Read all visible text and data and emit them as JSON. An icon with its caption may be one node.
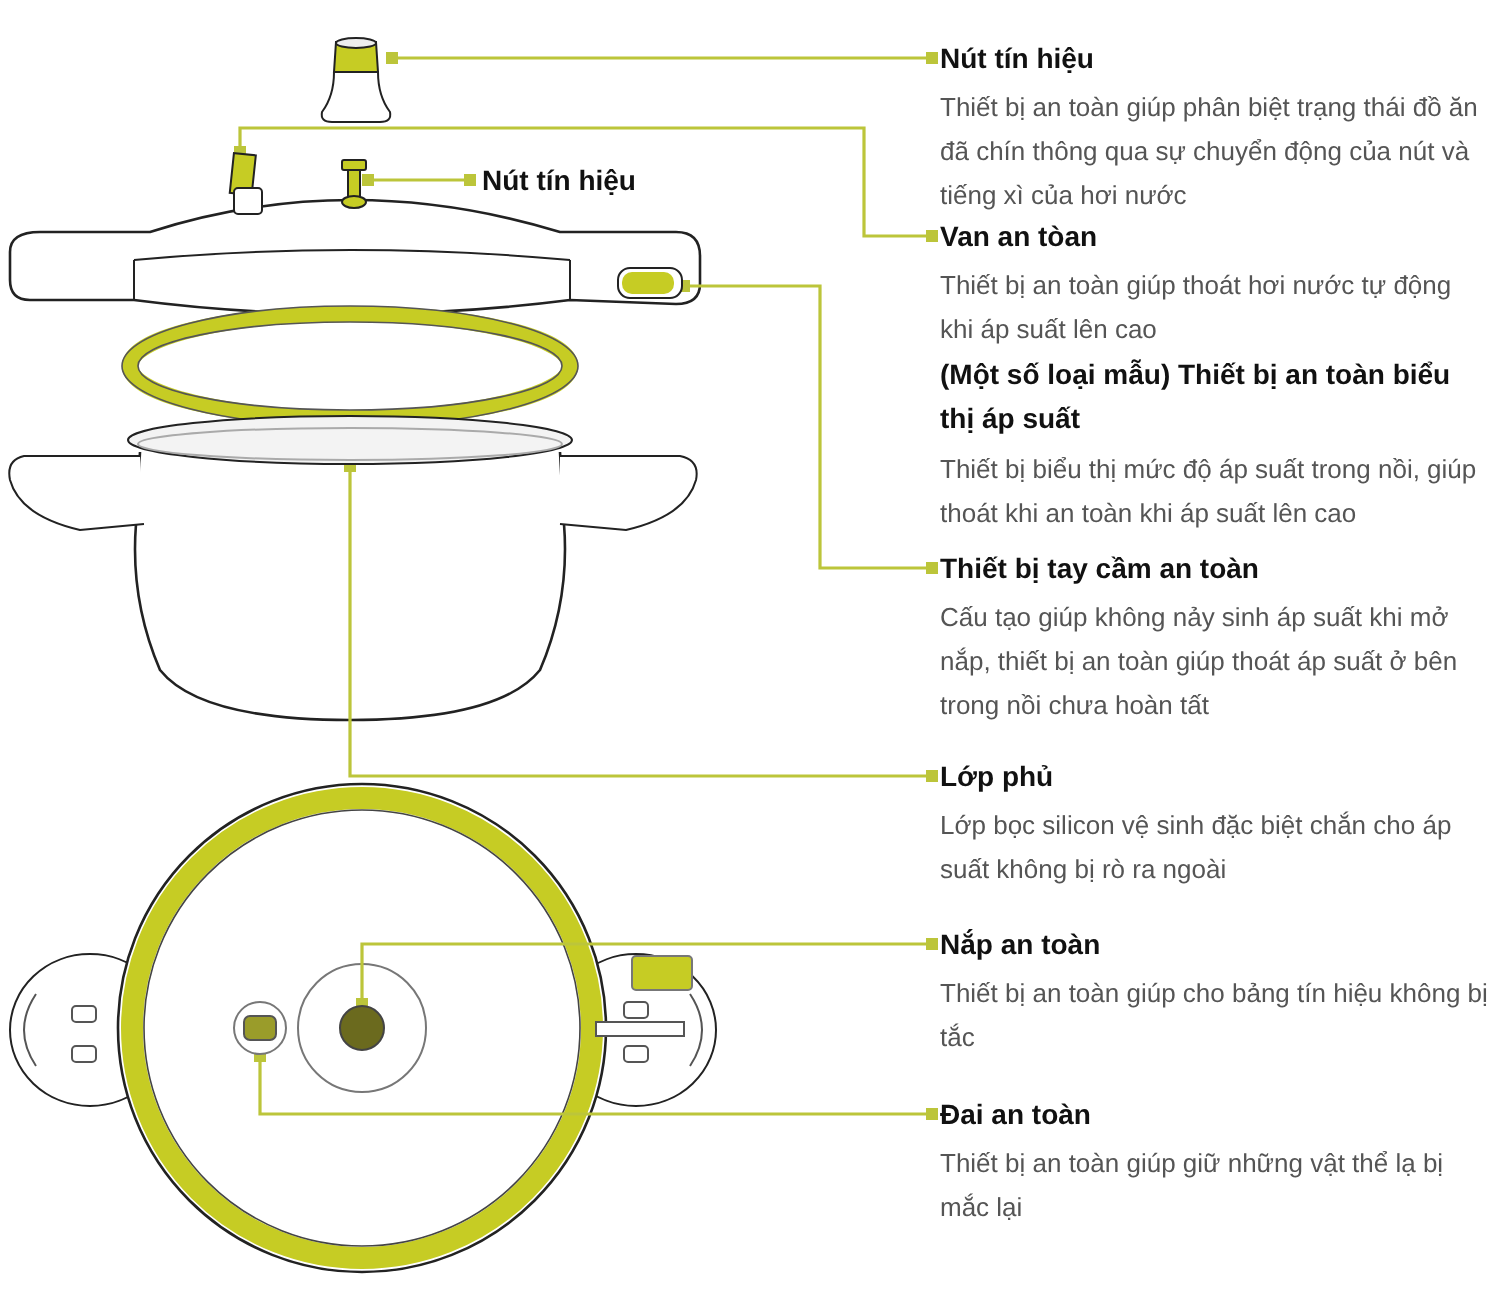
{
  "diagram": {
    "nodes": [
      {
        "text": [
          "Nút tín hiệu",
          "Thiết bị an toàn giúp phân biệt trạng thái đồ ăn đã chín thông qua sự chuyển động của nút và tiếng xì của hơi nước"
        ]
      },
      {
        "text": [
          "Van an tòan",
          "Thiết bị an toàn giúp thoát hơi nước tự động khi áp suất lên cao",
          "(Một số loại mẫu) Thiết bị an toàn biểu thị áp suất",
          "Thiết bị biểu thị mức độ áp suất trong nồi, giúp thoát khi an toàn khi áp suất lên cao"
        ]
      },
      {
        "text": [
          "Thiết bị tay cầm an toàn",
          "Cấu tạo giúp không nảy sinh áp suất khi mở nắp, thiết bị an toàn giúp thoát áp suất ở bên trong nồi chưa hoàn tất"
        ]
      },
      {
        "text": [
          "Lớp phủ",
          "Lớp bọc silicon vệ sinh đặc biệt chắn cho áp suất không bị rò ra ngoài"
        ]
      },
      {
        "text": [
          "Nắp an toàn",
          "Thiết bị an toàn giúp cho bảng tín hiệu không bị tắc"
        ]
      },
      {
        "text": [
          "Đai an toàn",
          "Thiết bị an toàn giúp giữ những vật thể lạ bị mắc lại"
        ]
      },
      {
        "text": [
          "Nút tín hiệu"
        ]
      },
      {
        "text": [],
        "shape": "cylinder"
      },
      {
        "text": [],
        "shape": "bar"
      },
      {
        "text": [],
        "shape": "box"
      },
      {
        "text": [],
        "shape": "picture"
      },
      {
        "text": [],
        "shape": "circle"
      },
      {
        "text": [],
        "shape": "circle"
      },
      {
        "text": [],
        "shape": "picture"
      }
    ],
    "edges": [
      {
        "from": 0,
        "to": 7,
        "arrow": "other"
      },
      {
        "from": 1,
        "to": 8,
        "arrow": "other"
      },
      {
        "from": 2,
        "to": 9,
        "arrow": "other"
      },
      {
        "from": 6,
        "to": 13,
        "arrow": "other"
      },
      {
        "from": 3,
        "to": 10,
        "arrow": "other"
      },
      {
        "from": 4,
        "to": 12,
        "arrow": "other"
      },
      {
        "from": 5,
        "to": 11,
        "arrow": "other"
      }
    ]
  }
}
